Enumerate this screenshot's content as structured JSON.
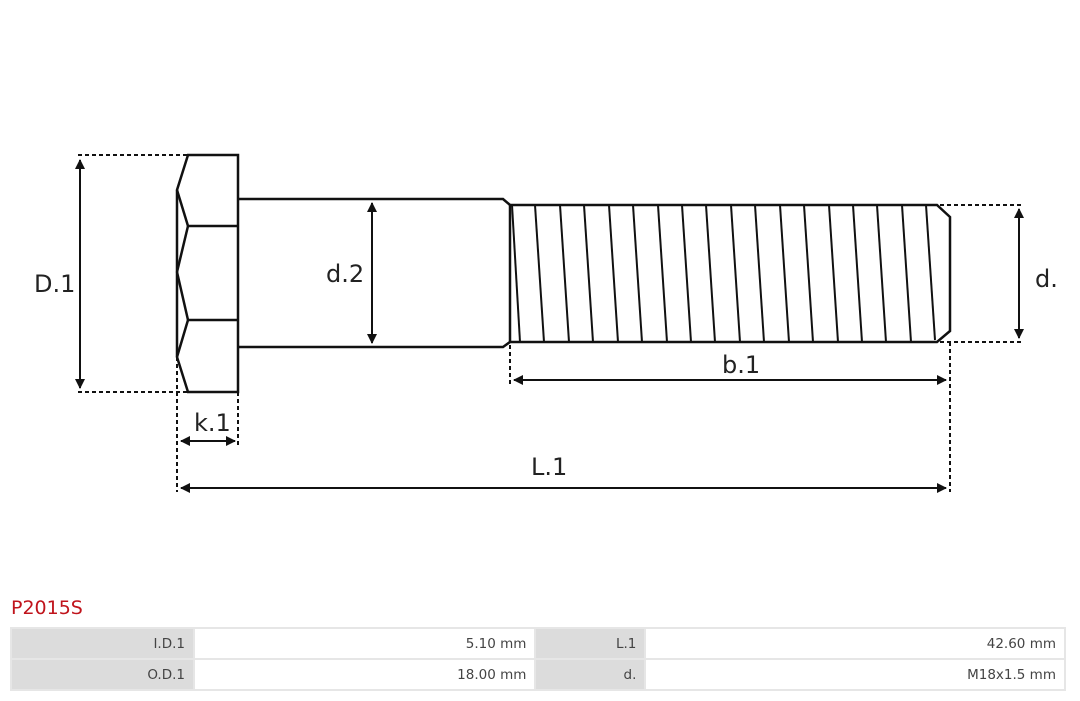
{
  "drawing": {
    "labels": {
      "head_diameter": "D.1",
      "shank_diameter": "d.2",
      "thread_diameter": "d.",
      "thread_length": "b.1",
      "head_height": "k.1",
      "total_length": "L.1"
    },
    "colors": {
      "line": "#111111",
      "text": "#222222"
    }
  },
  "part": {
    "number": "P2015S",
    "color": "#c0141c"
  },
  "specs": {
    "rows": [
      {
        "label1": "I.D.1",
        "value1": "5.10 mm",
        "label2": "L.1",
        "value2": "42.60 mm"
      },
      {
        "label1": "O.D.1",
        "value1": "18.00 mm",
        "label2": "d.",
        "value2": "M18x1.5 mm"
      }
    ]
  }
}
